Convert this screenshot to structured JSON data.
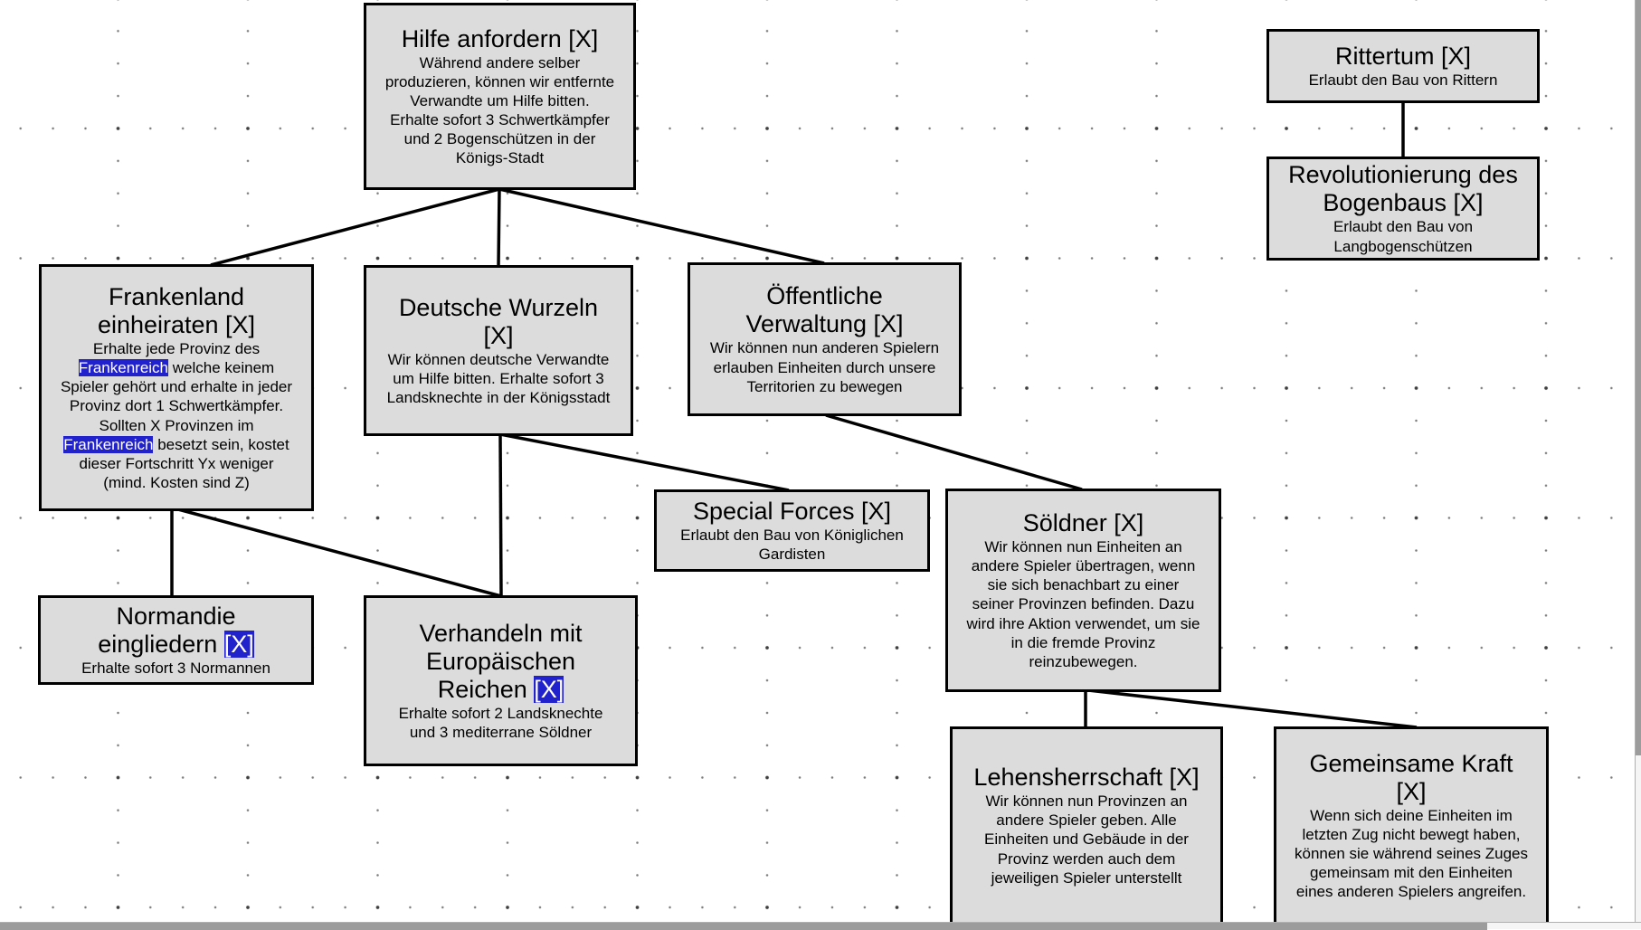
{
  "diagram": {
    "node_fill": "#dcdcdc",
    "node_border": "#000000",
    "selection_highlight_bg": "#2222cc",
    "selection_highlight_fg": "#ffffff",
    "nodes": [
      {
        "id": "hilfe-anfordern",
        "title": "Hilfe anfordern [X]",
        "desc": "Während andere selber produzieren, können wir entfernte Verwandte um Hilfe bitten. Erhalte sofort 3 Schwertkämpfer und 2 Bogenschützen in der Königs-Stadt"
      },
      {
        "id": "rittertum",
        "title": "Rittertum [X]",
        "desc": "Erlaubt den Bau von Rittern"
      },
      {
        "id": "revolutionierung-des-bogenbaus",
        "title": "Revolutionierung des Bogenbaus [X]",
        "desc": "Erlaubt den Bau von Langbogenschützen"
      },
      {
        "id": "frankenland-einheiraten",
        "title": "Frankenland einheiraten [X]",
        "desc": "Erhalte jede Provinz des Frankenreich welche keinem Spieler gehört und erhalte in jeder Provinz dort 1 Schwertkämpfer. Sollten X Provinzen im Frankenreich besetzt sein, kostet dieser Fortschritt Yx weniger (mind. Kosten sind Z)",
        "desc_highlight": "Frankenreich"
      },
      {
        "id": "deutsche-wurzeln",
        "title": "Deutsche Wurzeln [X]",
        "desc": "Wir können deutsche Verwandte um Hilfe bitten. Erhalte sofort 3 Landsknechte in der Königsstadt"
      },
      {
        "id": "oeffentliche-verwaltung",
        "title": "Öffentliche Verwaltung [X]",
        "desc": "Wir können nun anderen Spielern erlauben Einheiten durch unsere Territorien zu bewegen"
      },
      {
        "id": "special-forces",
        "title": "Special Forces [X]",
        "desc": "Erlaubt den Bau von Königlichen Gardisten"
      },
      {
        "id": "soeldner",
        "title": "Söldner [X]",
        "desc": "Wir können nun Einheiten an andere Spieler übertragen, wenn sie sich benachbart zu einer seiner Provinzen befinden. Dazu wird ihre Aktion verwendet, um sie in die fremde Provinz reinzubewegen."
      },
      {
        "id": "normandie-eingliedern",
        "title": "Normandie eingliedern [X]",
        "title_highlight": "[X]",
        "desc": "Erhalte sofort 3 Normannen"
      },
      {
        "id": "verhandeln-mit-europaeischen-reichen",
        "title": "Verhandeln mit Europäischen Reichen [X]",
        "title_highlight": "[X]",
        "desc": "Erhalte sofort 2 Landsknechte und 3 mediterrane Söldner"
      },
      {
        "id": "lehensherrschaft",
        "title": "Lehensherrschaft [X]",
        "desc": "Wir können nun Provinzen an andere Spieler geben. Alle Einheiten und Gebäude in der Provinz werden auch dem jeweiligen Spieler unterstellt"
      },
      {
        "id": "gemeinsame-kraft",
        "title": "Gemeinsame Kraft [X]",
        "desc": "Wenn sich deine Einheiten im letzten Zug nicht bewegt haben, können sie während seines Zuges gemeinsam mit den Einheiten eines anderen Spielers angreifen."
      }
    ],
    "edges": [
      {
        "from": "hilfe-anfordern",
        "to": "frankenland-einheiraten"
      },
      {
        "from": "hilfe-anfordern",
        "to": "deutsche-wurzeln"
      },
      {
        "from": "hilfe-anfordern",
        "to": "oeffentliche-verwaltung"
      },
      {
        "from": "rittertum",
        "to": "revolutionierung-des-bogenbaus"
      },
      {
        "from": "frankenland-einheiraten",
        "to": "normandie-eingliedern"
      },
      {
        "from": "frankenland-einheiraten",
        "to": "verhandeln-mit-europaeischen-reichen"
      },
      {
        "from": "deutsche-wurzeln",
        "to": "verhandeln-mit-europaeischen-reichen"
      },
      {
        "from": "deutsche-wurzeln",
        "to": "special-forces"
      },
      {
        "from": "oeffentliche-verwaltung",
        "to": "soeldner"
      },
      {
        "from": "soeldner",
        "to": "lehensherrschaft"
      },
      {
        "from": "soeldner",
        "to": "gemeinsame-kraft"
      }
    ]
  }
}
